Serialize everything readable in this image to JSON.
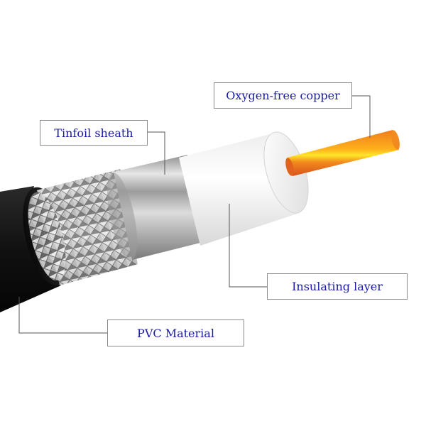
{
  "labels": {
    "copper": "Oxygen-free copper",
    "tinfoil": "Tinfoil sheath",
    "insulating": "Insulating layer",
    "pvc": "PVC Material"
  },
  "colors": {
    "label_text": "#1a1aa6",
    "leader_line": "#555555",
    "jacket": "#1a1a1a",
    "braid": "#b9b9b9",
    "foil": "#c9c9c9",
    "insulator": "#f5f5f5",
    "copper": "#e8701f",
    "copper_highlight": "#ffd21f"
  }
}
